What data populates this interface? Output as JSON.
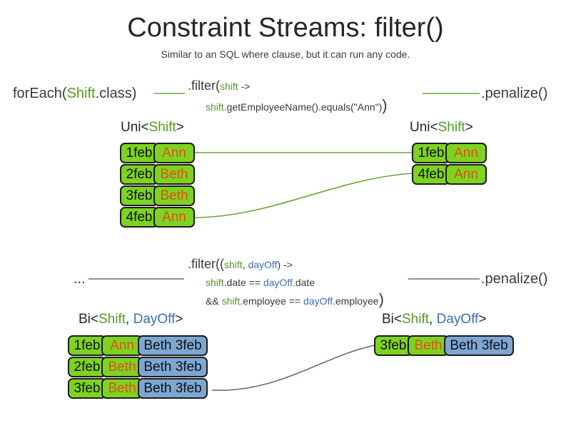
{
  "page": {
    "title": "Constraint Streams: filter()",
    "subtitle": "Similar to an SQL where clause, but it can run any code."
  },
  "colors": {
    "green_tuple": "#7ed321",
    "blue_tuple": "#7da7d3",
    "name_text": "#e04e1b",
    "shift_token": "#4f9c20",
    "dayoff_token": "#3b6fb0",
    "wire_green": "#6aa832",
    "wire_purple": "#7d5f86",
    "text": "#3a3a3a"
  },
  "uni_example": {
    "source_label": "forEach(",
    "source_type": "Shift",
    "source_label_end": ".class)",
    "filter": {
      "head": ".filter(",
      "param": "shift",
      "arrow": " ->",
      "body_var": "shift",
      "body_rest": ".getEmployeeName().equals(\"Ann\")",
      "tail": ")"
    },
    "terminal": ".penalize()",
    "input_stream_label": {
      "prefix": "Uni<",
      "type1": "Shift",
      "suffix": ">"
    },
    "output_stream_label": {
      "prefix": "Uni<",
      "type1": "Shift",
      "suffix": ">"
    },
    "input_rows": [
      {
        "date": "1feb",
        "name": "Ann"
      },
      {
        "date": "2feb",
        "name": "Beth"
      },
      {
        "date": "3feb",
        "name": "Beth"
      },
      {
        "date": "4feb",
        "name": "Ann"
      }
    ],
    "output_rows": [
      {
        "date": "1feb",
        "name": "Ann"
      },
      {
        "date": "4feb",
        "name": "Ann"
      }
    ]
  },
  "bi_example": {
    "source_label": "...",
    "filter": {
      "head": ".filter((",
      "param1": "shift",
      "comma": ", ",
      "param2": "dayOff",
      "arrow": ") ->",
      "line2_var1": "shift",
      "line2_mid": ".date == ",
      "line2_var2": "dayOff",
      "line2_end": ".date",
      "line3_pre": "&& ",
      "line3_var1": "shift",
      "line3_mid": ".employee == ",
      "line3_var2": "dayOff",
      "line3_end": ".employee",
      "tail": ")"
    },
    "terminal": ".penalize()",
    "input_stream_label": {
      "prefix": "Bi<",
      "type1": "Shift",
      "sep": ", ",
      "type2": "DayOff",
      "suffix": ">"
    },
    "output_stream_label": {
      "prefix": "Bi<",
      "type1": "Shift",
      "sep": ", ",
      "type2": "DayOff",
      "suffix": ">"
    },
    "input_rows": [
      {
        "date": "1feb",
        "name": "Ann",
        "pair": "Beth 3feb"
      },
      {
        "date": "2feb",
        "name": "Beth",
        "pair": "Beth 3feb"
      },
      {
        "date": "3feb",
        "name": "Beth",
        "pair": "Beth 3feb"
      }
    ],
    "output_rows": [
      {
        "date": "3feb",
        "name": "Beth",
        "pair": "Beth 3feb"
      }
    ]
  }
}
